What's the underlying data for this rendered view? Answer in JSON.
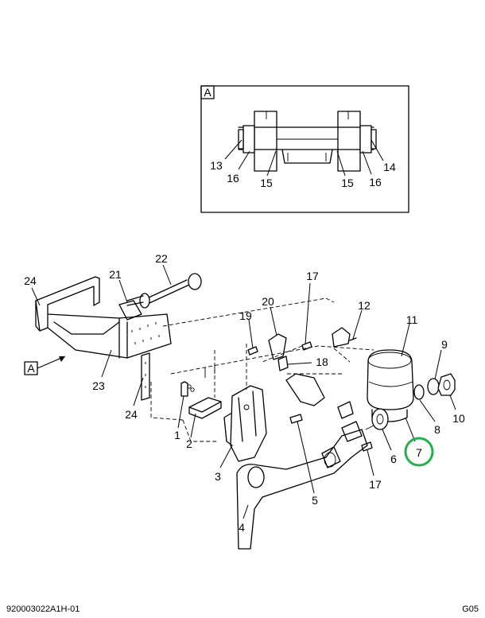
{
  "detail": {
    "tag": "A",
    "callouts": [
      "13",
      "16",
      "15",
      "15",
      "16",
      "14"
    ]
  },
  "main": {
    "view_marker": "A",
    "callouts": [
      "24",
      "21",
      "22",
      "17",
      "20",
      "19",
      "12",
      "11",
      "9",
      "18",
      "23",
      "24",
      "1",
      "2",
      "3",
      "5",
      "6",
      "8",
      "10",
      "7",
      "17",
      "4"
    ],
    "highlighted_callout": "7",
    "highlight_color": "#22b14c"
  },
  "footer": {
    "drawing_id": "920003022A1H-01",
    "sheet": "G05"
  }
}
